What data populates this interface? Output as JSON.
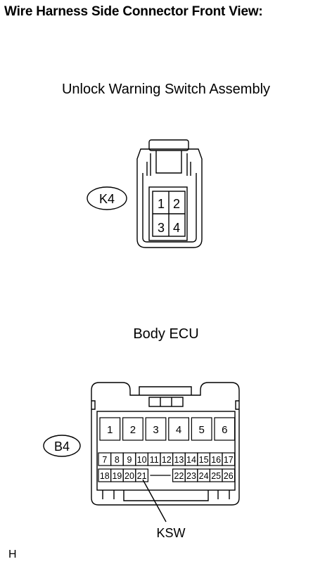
{
  "title": "Wire Harness Side Connector Front View:",
  "connectors": [
    {
      "name": "Unlock Warning Switch Assembly",
      "code": "K4",
      "pins": [
        "1",
        "2",
        "3",
        "4"
      ]
    },
    {
      "name": "Body ECU",
      "code": "B4",
      "pins_top": [
        "1",
        "2",
        "3",
        "4",
        "5",
        "6"
      ],
      "pins_row2": [
        "7",
        "8",
        "9",
        "10",
        "11",
        "12",
        "13",
        "14",
        "15",
        "16",
        "17"
      ],
      "pins_row3": [
        "18",
        "19",
        "20",
        "21",
        "",
        "",
        "22",
        "23",
        "24",
        "25",
        "26"
      ],
      "callout_label": "KSW"
    }
  ],
  "footer": "H"
}
